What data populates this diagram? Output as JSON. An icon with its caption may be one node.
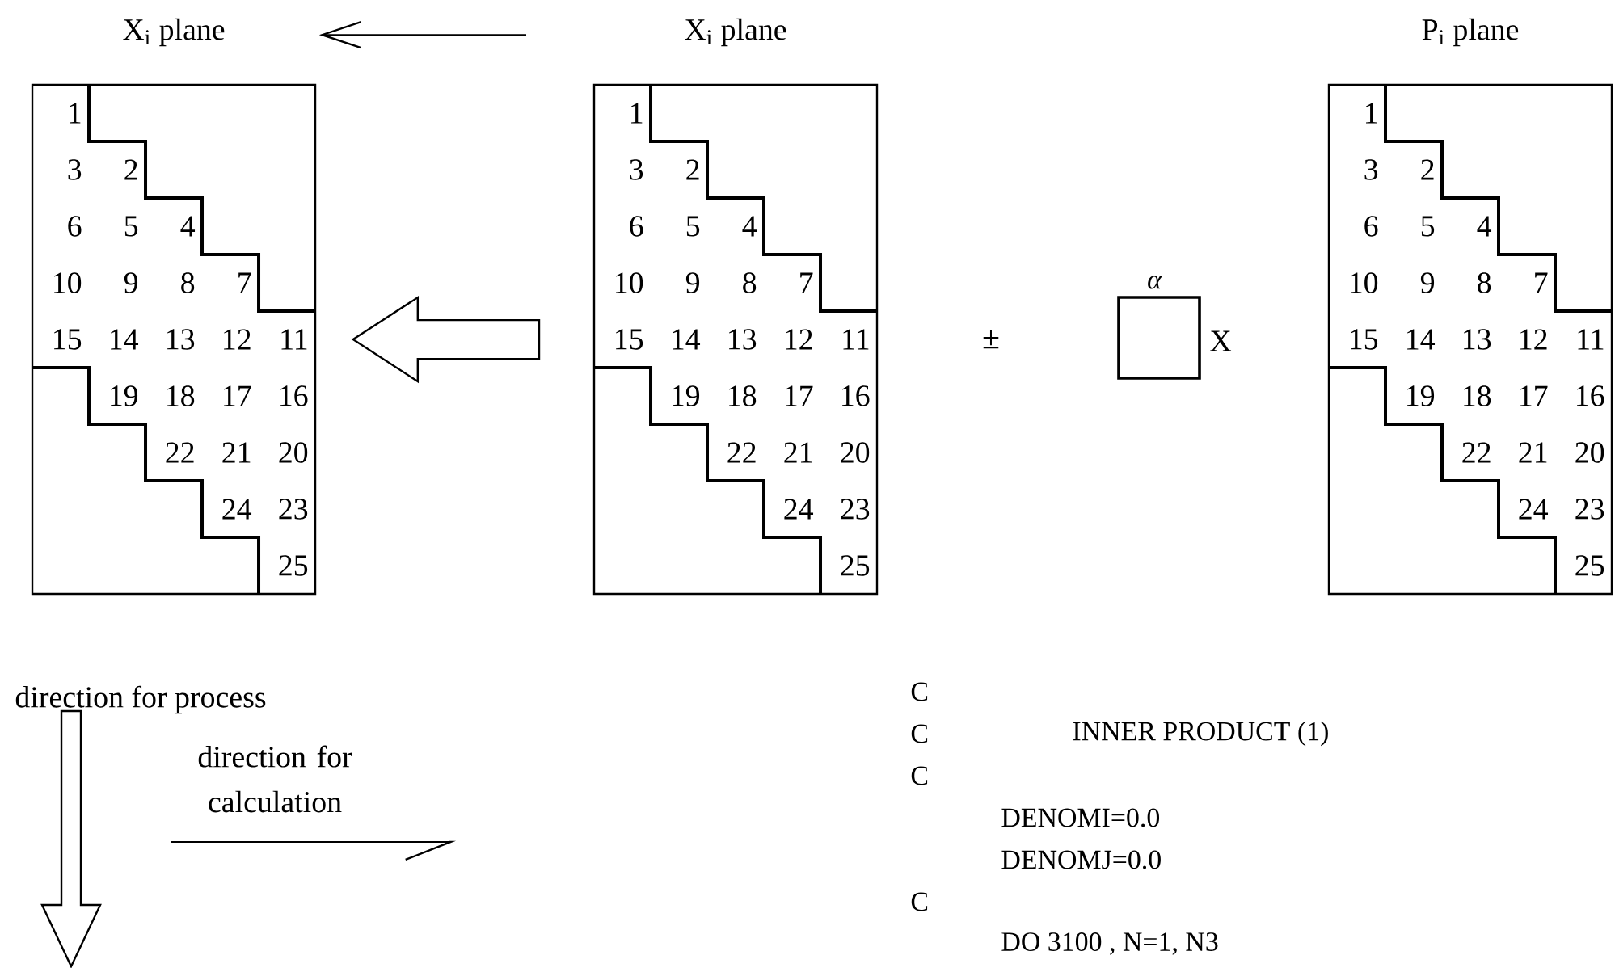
{
  "diagram": {
    "nodes": [
      {
        "text": [
          "X$_{i}$ plane",
          "1",
          "3",
          "2",
          "6",
          "5",
          "4",
          "10",
          "9",
          "8",
          "7",
          "15",
          "14",
          "13",
          "12",
          "11",
          "19",
          "18",
          "17",
          "16",
          "22",
          "21",
          "20",
          "24",
          "23",
          "25"
        ]
      },
      {
        "text": [
          "X$_{i}$ plane",
          "1",
          "3",
          "2",
          "6",
          "5",
          "4",
          "10",
          "9",
          "8",
          "7",
          "15",
          "14",
          "13",
          "12",
          "11",
          "19",
          "18",
          "17",
          "16",
          "22",
          "21",
          "20",
          "24",
          "23",
          "25"
        ]
      },
      {
        "text": [
          "P$_{i}$ plane",
          "1",
          "3",
          "2",
          "6",
          "5",
          "4",
          "10",
          "9",
          "8",
          "7",
          "15",
          "14",
          "13",
          "12",
          "11",
          "19",
          "18",
          "17",
          "16",
          "22",
          "21",
          "20",
          "24",
          "23",
          "25"
        ]
      },
      {
        "text": [
          "α"
        ],
        "beside": [
          "X"
        ]
      }
    ],
    "edges": [
      {
        "from": 1,
        "to": 0,
        "arrow": "to"
      },
      {
        "from": 1,
        "to": 0,
        "arrow": "to",
        "style": "thick"
      }
    ],
    "labels": [
      "±",
      "direction for process",
      "direction for calculation",
      "C",
      "C",
      "INNER PRODUCT (1)",
      "C",
      "DENOMI=0.0",
      "DENOMJ=0.0",
      "C",
      "DO 3100 , N=1, N3"
    ]
  }
}
